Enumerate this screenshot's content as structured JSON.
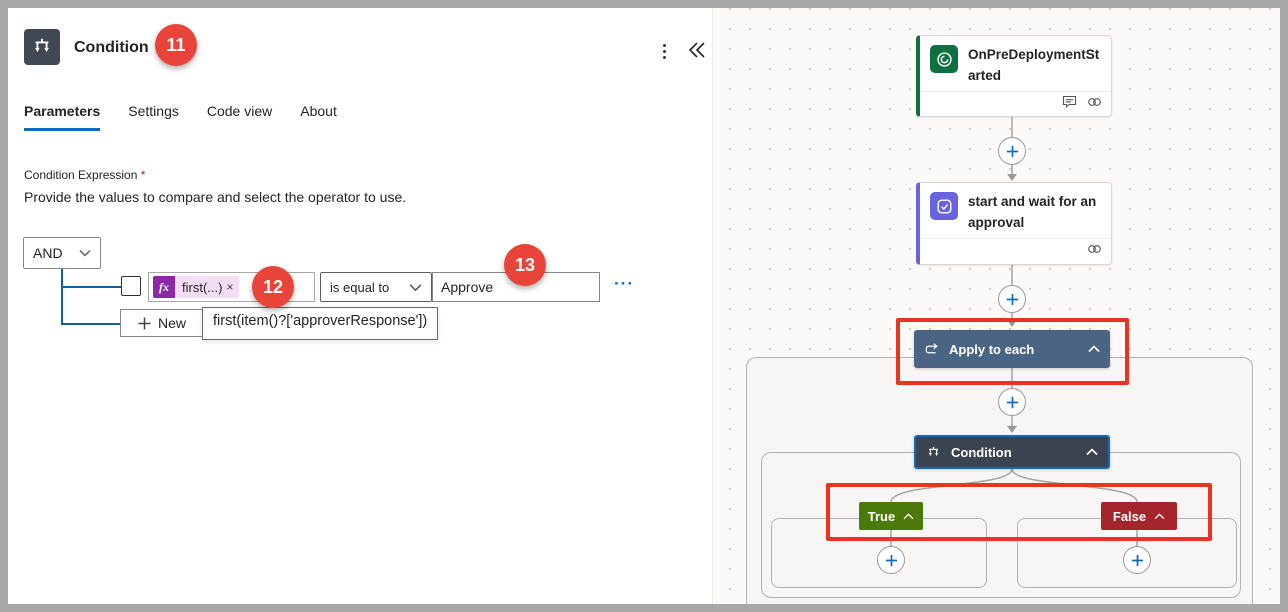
{
  "panel": {
    "title": "Condition",
    "tabs": [
      {
        "label": "Parameters",
        "active": true
      },
      {
        "label": "Settings",
        "active": false
      },
      {
        "label": "Code view",
        "active": false
      },
      {
        "label": "About",
        "active": false
      }
    ],
    "expression": {
      "label": "Condition Expression",
      "required_marker": "*",
      "help": "Provide the values to compare and select the operator to use.",
      "group_operator": "AND",
      "row": {
        "fx_badge": "fx",
        "operand1": "first(...)",
        "remove": "×",
        "operator": "is equal to",
        "operand2": "Approve",
        "more": "···"
      },
      "new_button": "New",
      "expression_tooltip": "first(item()?['approverResponse'])"
    }
  },
  "callouts": [
    "11",
    "12",
    "13"
  ],
  "flow": {
    "trigger": {
      "title": "OnPreDeploymentStarted"
    },
    "approval": {
      "title": "start and wait for an approval"
    },
    "apply_to_each": {
      "title": "Apply to each"
    },
    "condition": {
      "title": "Condition"
    },
    "branches": {
      "true": "True",
      "false": "False"
    }
  },
  "colors": {
    "accent_blue": "#0f6cbd",
    "connector_blue": "#115ea3",
    "callout_red": "#e8443a",
    "annotation_red": "#ea3323",
    "trigger_green": "#0e7040",
    "approval_purple": "#6a63e0",
    "fx_purple": "#8c28a8",
    "apply_scope_blue": "#4a6484",
    "condition_slate": "#3c4452",
    "true_green": "#4c7a0a",
    "false_red": "#a4262c"
  }
}
